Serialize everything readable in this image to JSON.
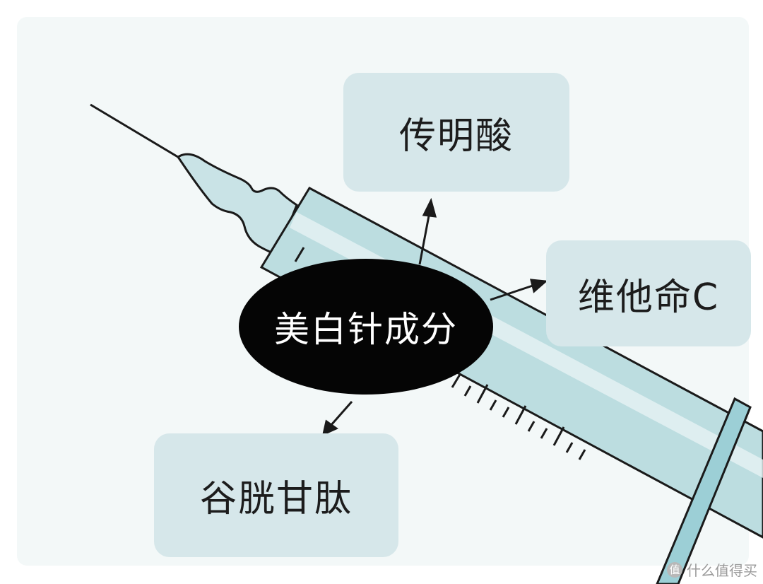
{
  "center": {
    "label": "美白针成分"
  },
  "ingredients": [
    {
      "label": "传明酸"
    },
    {
      "label": "维他命C"
    },
    {
      "label": "谷胱甘肽"
    }
  ],
  "watermark": {
    "text": "值 什么值得买",
    "icon": "badge-icon"
  },
  "colors": {
    "box_fill": "#d6e7ea",
    "syringe_fill": "#bcdde0",
    "plunger_fill": "#9ccfd6",
    "center_fill": "#050505",
    "center_text": "#ffffff"
  }
}
